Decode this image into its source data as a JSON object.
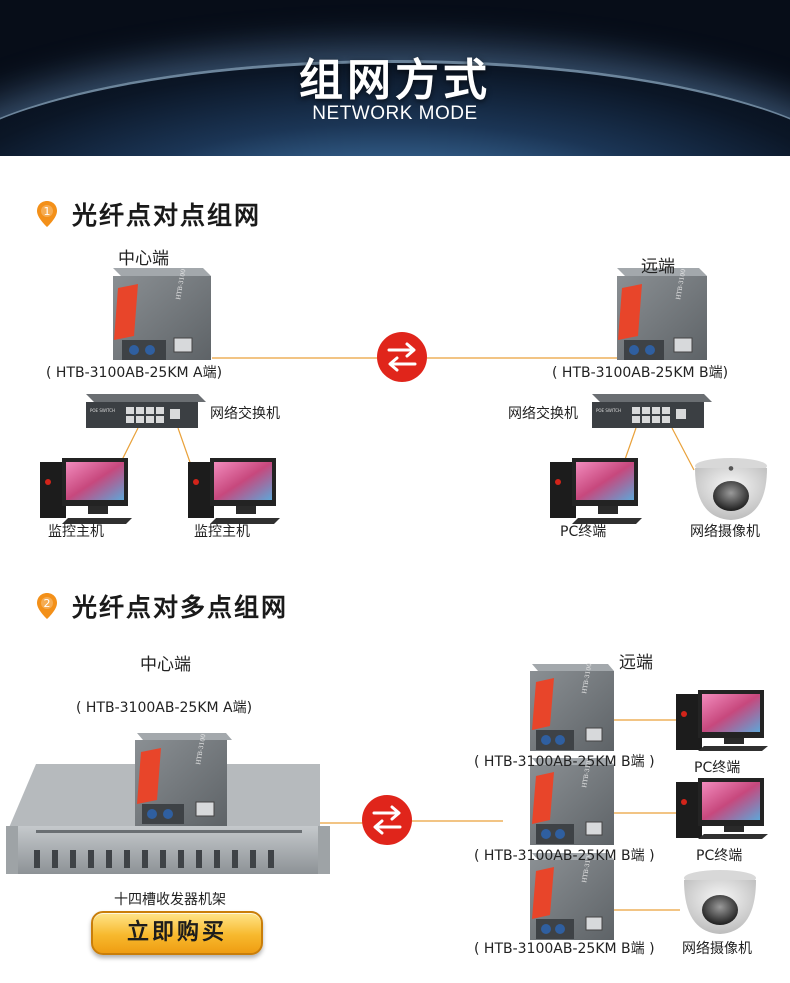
{
  "banner": {
    "title": "组网方式",
    "subtitle": "NETWORK MODE"
  },
  "section1": {
    "index": "1",
    "title": "光纤点对点组网",
    "center_label": "中心端",
    "remote_label": "远端",
    "converter_a": "( HTB-3100AB-25KM A端)",
    "converter_b": "( HTB-3100AB-25KM B端)",
    "switch_left": "网络交换机",
    "switch_right": "网络交换机",
    "pc_left_1": "监控主机",
    "pc_left_2": "监控主机",
    "pc_right": "PC终端",
    "camera_right": "网络摄像机"
  },
  "section2": {
    "index": "2",
    "title": "光纤点对多点组网",
    "center_label": "中心端",
    "remote_label": "远端",
    "converter_a": "( HTB-3100AB-25KM A端)",
    "rack_label": "十四槽收发器机架",
    "remote_rows": [
      {
        "converter": "( HTB-3100AB-25KM B端 )",
        "device": "PC终端"
      },
      {
        "converter": "( HTB-3100AB-25KM B端 )",
        "device": "PC终端"
      },
      {
        "converter": "( HTB-3100AB-25KM B端 )",
        "device": "网络摄像机"
      }
    ]
  },
  "device": {
    "model_text": "HTB-3100",
    "switch_brand": "POE SWITCH"
  },
  "buy_button": "立即购买",
  "colors": {
    "accent_red": "#e0251b",
    "pin_orange": "#f39019",
    "link_line": "#e9a13a",
    "device_gray": "#6f7478",
    "device_label_red": "#e8452a"
  }
}
